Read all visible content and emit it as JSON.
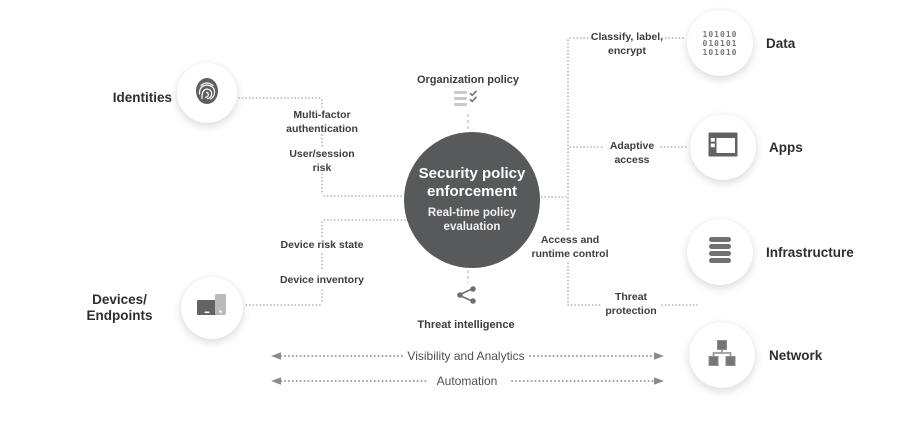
{
  "diagram": {
    "center": {
      "title": "Security policy enforcement",
      "subtitle": "Real-time policy evaluation"
    },
    "top_node": {
      "label": "Organization policy"
    },
    "bottom_node": {
      "label": "Threat intelligence"
    },
    "left_entities": [
      {
        "label": "Identities",
        "icon": "fingerprint-icon"
      },
      {
        "label": "Devices/\nEndpoints",
        "icon": "devices-icon"
      }
    ],
    "right_entities": [
      {
        "label": "Data",
        "icon": "binary-icon",
        "icon_text": "101010\n010101\n101010"
      },
      {
        "label": "Apps",
        "icon": "app-window-icon"
      },
      {
        "label": "Infrastructure",
        "icon": "database-icon"
      },
      {
        "label": "Network",
        "icon": "network-icon"
      }
    ],
    "connector_labels": {
      "multi_factor": "Multi-factor\nauthentication",
      "user_session_risk": "User/session\nrisk",
      "device_risk_state": "Device risk state",
      "device_inventory": "Device inventory",
      "classify_label_encrypt": "Classify, label,\nencrypt",
      "adaptive_access": "Adaptive\naccess",
      "access_runtime_control": "Access and\nruntime control",
      "threat_protection": "Threat\nprotection"
    },
    "bottom_axes": {
      "visibility": "Visibility and Analytics",
      "automation": "Automation"
    },
    "colors": {
      "center_circle": "#58595B",
      "icon_gray": "#6A6B6D",
      "connector_dots": "#A9A9A9",
      "arrow_dots": "#8C8C8C",
      "label_text": "#3B3B3B"
    }
  }
}
